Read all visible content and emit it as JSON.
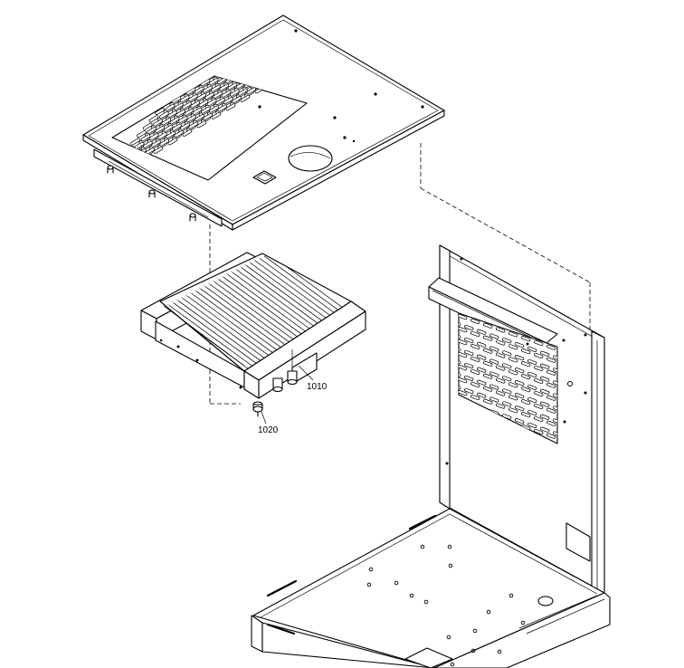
{
  "callouts": {
    "condenser": "1010",
    "screw": "1020"
  },
  "parts": [
    "top-cover-plate",
    "condenser-unit",
    "mounting-screw",
    "cabinet-frame"
  ]
}
